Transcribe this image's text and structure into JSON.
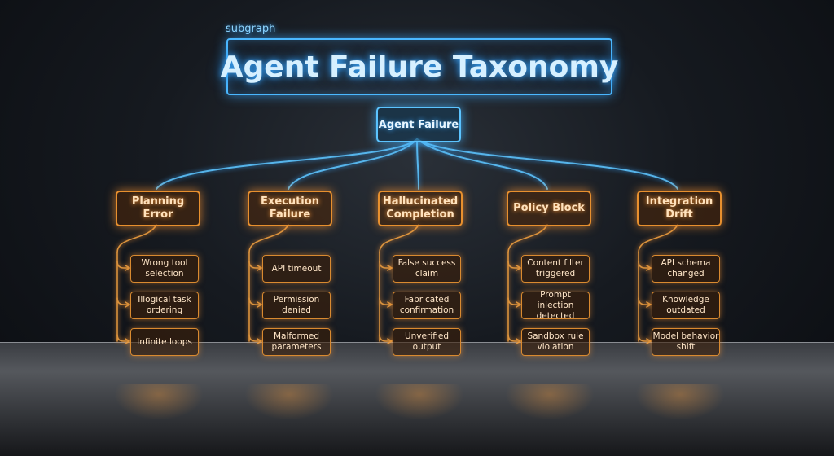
{
  "subgraph_label": "subgraph",
  "title": "Agent Failure Taxonomy",
  "root": "Agent Failure",
  "categories": [
    {
      "label": "Planning Error",
      "items": [
        "Wrong tool selection",
        "Illogical task ordering",
        "Infinite loops"
      ]
    },
    {
      "label": "Execution Failure",
      "items": [
        "API timeout",
        "Permission denied",
        "Malformed parameters"
      ]
    },
    {
      "label": "Hallucinated Completion",
      "items": [
        "False success claim",
        "Fabricated confirmation",
        "Unverified output"
      ]
    },
    {
      "label": "Policy Block",
      "items": [
        "Content filter triggered",
        "Prompt injection detected",
        "Sandbox rule violation"
      ]
    },
    {
      "label": "Integration Drift",
      "items": [
        "API schema changed",
        "Knowledge outdated",
        "Model behavior shift"
      ]
    }
  ],
  "colors": {
    "root_accent": "#4bb8ff",
    "category_accent": "#e8902e"
  }
}
